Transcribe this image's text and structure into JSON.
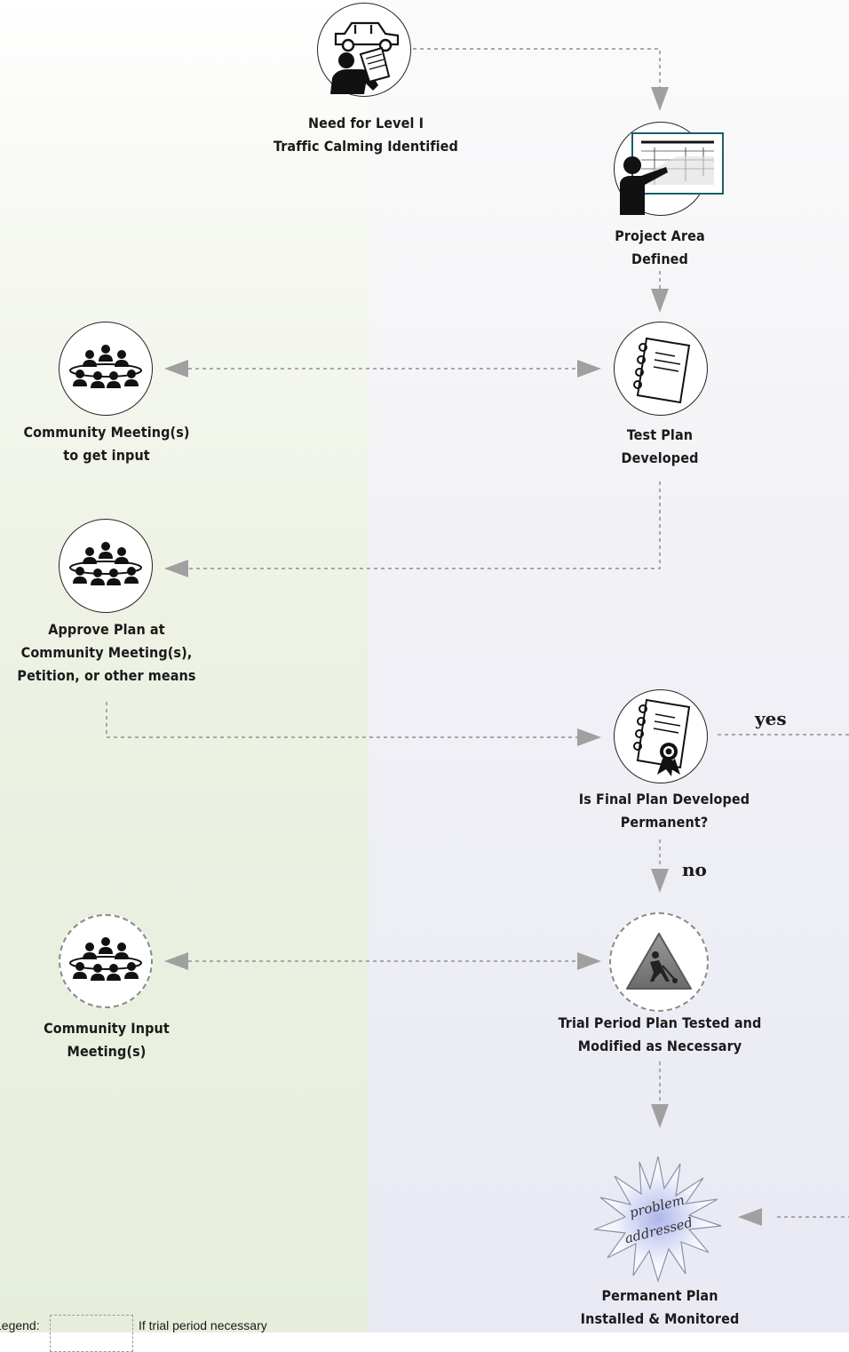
{
  "nodes": {
    "need": {
      "label_1": "Need for Level I",
      "label_2": "Traffic Calming Identified"
    },
    "project_area": {
      "label_1": "Project Area",
      "label_2": "Defined"
    },
    "community_input_meeting": {
      "label_1": "Community Meeting(s)",
      "label_2": "to  get input"
    },
    "test_plan": {
      "label_1": "Test Plan",
      "label_2": "Developed"
    },
    "approve_plan": {
      "label_1": "Approve Plan at",
      "label_2": "Community Meeting(s),",
      "label_3": "Petition, or other means"
    },
    "final_plan": {
      "label_1": "Is Final Plan Developed",
      "label_2": "Permanent?"
    },
    "community_input_meetings": {
      "label_1": "Community Input",
      "label_2": "Meeting(s)"
    },
    "trial_period": {
      "label_1": "Trial Period Plan Tested and",
      "label_2": "Modified as Necessary"
    },
    "permanent_plan": {
      "label_1": "Permanent Plan",
      "label_2": "Installed & Monitored",
      "burst_1": "problem",
      "burst_2": "addressed"
    }
  },
  "decisions": {
    "yes": "yes",
    "no": "no"
  },
  "legend": {
    "title": "Legend:",
    "dashed_text": "If trial period necessary"
  }
}
